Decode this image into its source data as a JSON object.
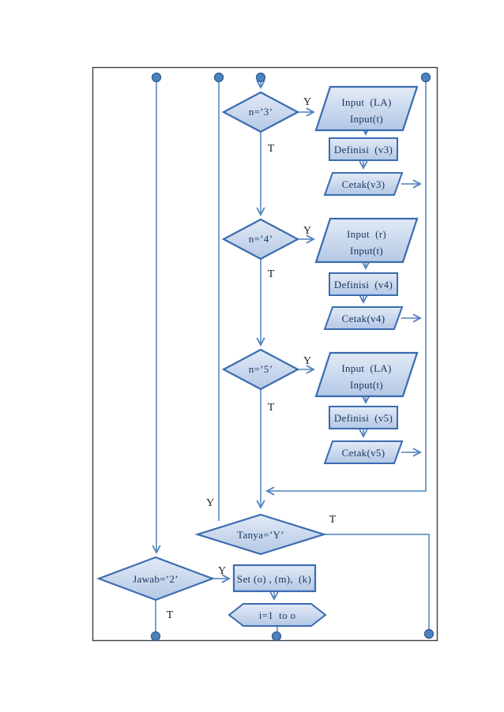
{
  "colors": {
    "line_color": "#4f81bd",
    "shape_border": "#3a6cb0",
    "shape_fill_top": "#e2eaf6",
    "shape_fill_bottom": "#b4c8e5",
    "text_color": "#17365d",
    "label_color": "#1f1f1f",
    "frame_color": "#3f3f3f",
    "dot_fill": "#4f81bd",
    "dot_border": "#2e5f94",
    "page_bg": "#ffffff"
  },
  "labels": {
    "yes": "Y",
    "no": "T"
  },
  "branches": [
    {
      "condition": "n=’3’",
      "input_line1": "Input  (LA)",
      "input_line2": "Input(t)",
      "definition": "Definisi  (v3)",
      "output": "Cetak(v3)"
    },
    {
      "condition": "n=’4’",
      "input_line1": "Input  (r)",
      "input_line2": "Input(t)",
      "definition": "Definisi  (v4)",
      "output": "Cetak(v4)"
    },
    {
      "condition": "n=’5’",
      "input_line1": "Input  (LA)",
      "input_line2": "Input(t)",
      "definition": "Definisi  (v5)",
      "output": "Cetak(v5)"
    }
  ],
  "ask": {
    "condition": "Tanya=’Y’"
  },
  "answer": {
    "condition": "Jawab=’2’",
    "process": "Set (o) , (m),  (k)",
    "loop": "i=1  to o"
  }
}
